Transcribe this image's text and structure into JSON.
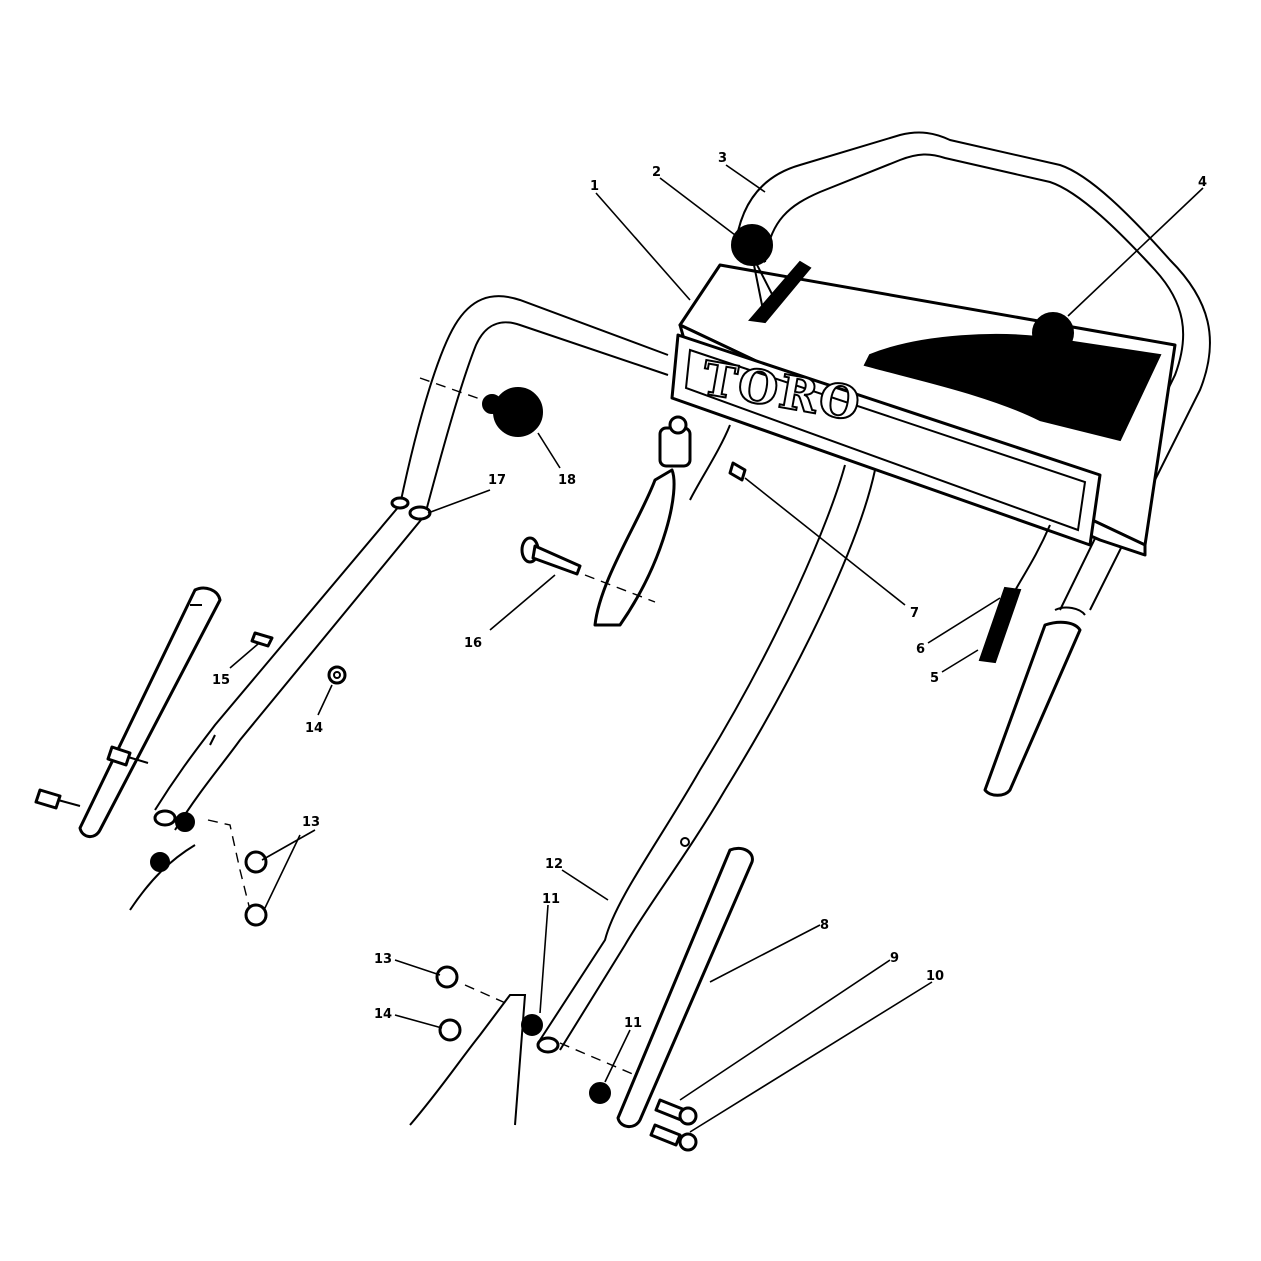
{
  "brand": "TORO",
  "callouts": {
    "c1": "1",
    "c2": "2",
    "c3": "3",
    "c4": "4",
    "c5": "5",
    "c6": "6",
    "c7": "7",
    "c8": "8",
    "c9": "9",
    "c10": "10",
    "c11a": "11",
    "c11b": "11",
    "c12": "12",
    "c13a": "13",
    "c13b": "13",
    "c14a": "14",
    "c14b": "14",
    "c15": "15",
    "c16": "16",
    "c17": "17",
    "c18": "18"
  }
}
